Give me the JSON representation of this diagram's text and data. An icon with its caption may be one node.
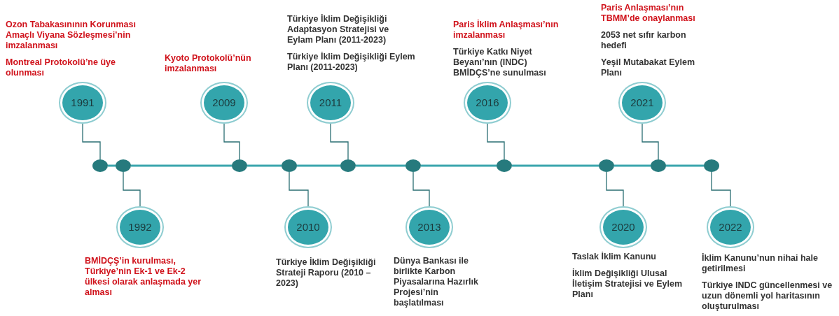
{
  "diagram": {
    "nodes": [
      {
        "text": [
          "1991"
        ],
        "beside": [
          "Ozon Tabakasınının Korunması Amaçlı Viyana Sözleşmesi’nin imzalanması",
          "Montreal Protokolü’ne üye olunması"
        ]
      },
      {
        "text": [
          "1992"
        ],
        "beside": [
          "BMİDÇŞ’in kurulması, Türkiye’nin Ek-1 ve Ek-2 ülkesi olarak anlaşmada yer alması"
        ]
      },
      {
        "text": [
          "2009"
        ],
        "beside": [
          "Kyoto Protokolü’nün imzalanması"
        ]
      },
      {
        "text": [
          "2010"
        ],
        "beside": [
          "Türkiye İklim Değişikliği Strateji Raporu (2010 – 2023)"
        ]
      },
      {
        "text": [
          "2011"
        ],
        "beside": [
          "Türkiye İklim Değişikliği Adaptasyon Stratejisi ve Eylam Planı (2011-2023)",
          "Türkiye İklim Değişikliği Eylem Planı (2011-2023)"
        ]
      },
      {
        "text": [
          "2013"
        ],
        "beside": [
          "Dünya Bankası ile birlikte Karbon Piyasalarına Hazırlık Projesi’nin başlatılması"
        ]
      },
      {
        "text": [
          "2016"
        ],
        "beside": [
          "Paris İklim Anlaşması’nın imzalanması",
          "Türkiye Katkı Niyet Beyanı’nın (INDC) BMİDÇS’ne sunulması"
        ]
      },
      {
        "text": [
          "2020"
        ],
        "beside": [
          "Taslak İklim Kanunu",
          "İklim Değişikliği Ulusal İletişim Stratejisi ve Eylem Planı"
        ]
      },
      {
        "text": [
          "2021"
        ],
        "beside": [
          "Paris Anlaşması’nın TBMM’de onaylanması",
          "2053 net sıfır karbon hedefi",
          "Yeşil Mutabakat Eylem Planı"
        ]
      },
      {
        "text": [
          "2022"
        ],
        "beside": [
          "İklim Kanunu’nun nihai hale getirilmesi",
          "Türkiye INDC güncellenmesi ve uzun dönemli yol haritasının oluşturulması"
        ]
      },
      {
        "text": [],
        "shape": "circle"
      },
      {
        "text": [],
        "shape": "circle"
      },
      {
        "text": [],
        "shape": "circle"
      },
      {
        "text": [],
        "shape": "circle"
      },
      {
        "text": [],
        "shape": "circle"
      },
      {
        "text": [],
        "shape": "circle"
      },
      {
        "text": [],
        "shape": "circle"
      },
      {
        "text": [],
        "shape": "circle"
      },
      {
        "text": [],
        "shape": "circle"
      },
      {
        "text": [],
        "shape": "circle"
      }
    ],
    "edges": [
      {
        "from": 0,
        "to": 10,
        "arrow": "none"
      },
      {
        "from": 1,
        "to": 11,
        "arrow": "none"
      },
      {
        "from": 2,
        "to": 12,
        "arrow": "none"
      },
      {
        "from": 3,
        "to": 13,
        "arrow": "none"
      },
      {
        "from": 4,
        "to": 14,
        "arrow": "none"
      },
      {
        "from": 5,
        "to": 15,
        "arrow": "none"
      },
      {
        "from": 6,
        "to": 16,
        "arrow": "none"
      },
      {
        "from": 7,
        "to": 17,
        "arrow": "none"
      },
      {
        "from": 8,
        "to": 18,
        "arrow": "none"
      },
      {
        "from": 9,
        "to": 19,
        "arrow": "none"
      },
      {
        "from": 10,
        "to": 11,
        "arrow": "none",
        "color": "#3aa5ad"
      },
      {
        "from": 11,
        "to": 12,
        "arrow": "none",
        "color": "#3aa5ad"
      },
      {
        "from": 12,
        "to": 13,
        "arrow": "none",
        "color": "#3aa5ad"
      },
      {
        "from": 13,
        "to": 14,
        "arrow": "none",
        "color": "#3aa5ad"
      },
      {
        "from": 14,
        "to": 15,
        "arrow": "none",
        "color": "#3aa5ad"
      },
      {
        "from": 15,
        "to": 16,
        "arrow": "none",
        "color": "#3aa5ad"
      },
      {
        "from": 16,
        "to": 17,
        "arrow": "none",
        "color": "#3aa5ad"
      },
      {
        "from": 17,
        "to": 18,
        "arrow": "none",
        "color": "#3aa5ad"
      },
      {
        "from": 18,
        "to": 19,
        "arrow": "none",
        "color": "#3aa5ad"
      }
    ]
  }
}
